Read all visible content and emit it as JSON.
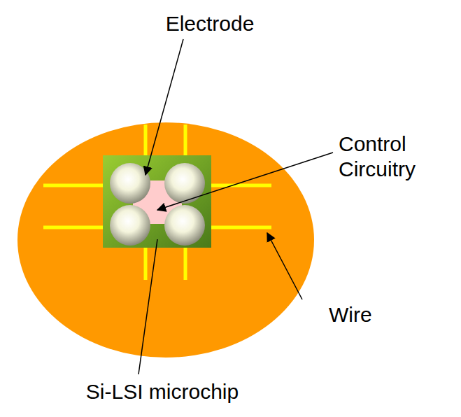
{
  "diagram": {
    "labels": [
      "Electrode",
      "Control Circuitry",
      "Wire",
      "Si-LSI microchip"
    ]
  }
}
